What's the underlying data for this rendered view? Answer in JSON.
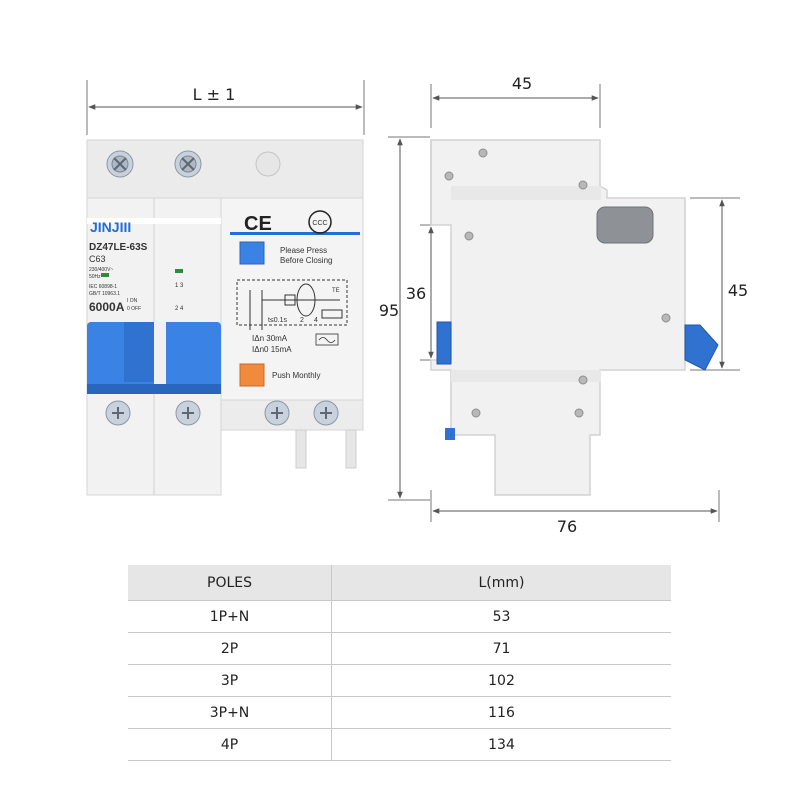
{
  "dimensions": {
    "front_width": "L ± 1",
    "side_depth_top": "45",
    "side_height_total": "95",
    "side_height_inner": "36",
    "side_height_right": "45",
    "side_depth_total": "76"
  },
  "device": {
    "brand": "JINJIII",
    "model": "DZ47LE-63S",
    "rating": "C63",
    "voltage": "230/400V~",
    "frequency": "50Hz",
    "standard_1": "IEC 60898-1",
    "standard_2": "GB/T 10963.1",
    "breaking_capacity": "6000A",
    "on_label": "I ON",
    "off_label": "0 OFF",
    "press_label_1": "Please Press",
    "press_label_2": "Before Closing",
    "test_label": "Push Monthly",
    "trip_time": "t≤0.1s",
    "residual_1": "IΔn   30mA",
    "residual_2": "IΔn0  15mA",
    "te_label": "TE",
    "terminal_top": "1 3",
    "terminal_bottom": "2 4",
    "circuit_terminal_2": "2",
    "circuit_terminal_4": "4",
    "ce_mark": "CE",
    "ccc_mark": "CCC",
    "colors": {
      "handle_blue": "#3a82e4",
      "label_blue": "#1f6fd6",
      "test_orange": "#f08a3c",
      "body_white": "#f2f2f2"
    }
  },
  "table": {
    "headers": [
      "POLES",
      "L(mm)"
    ],
    "rows": [
      [
        "1P+N",
        "53"
      ],
      [
        "2P",
        "71"
      ],
      [
        "3P",
        "102"
      ],
      [
        "3P+N",
        "116"
      ],
      [
        "4P",
        "134"
      ]
    ]
  }
}
